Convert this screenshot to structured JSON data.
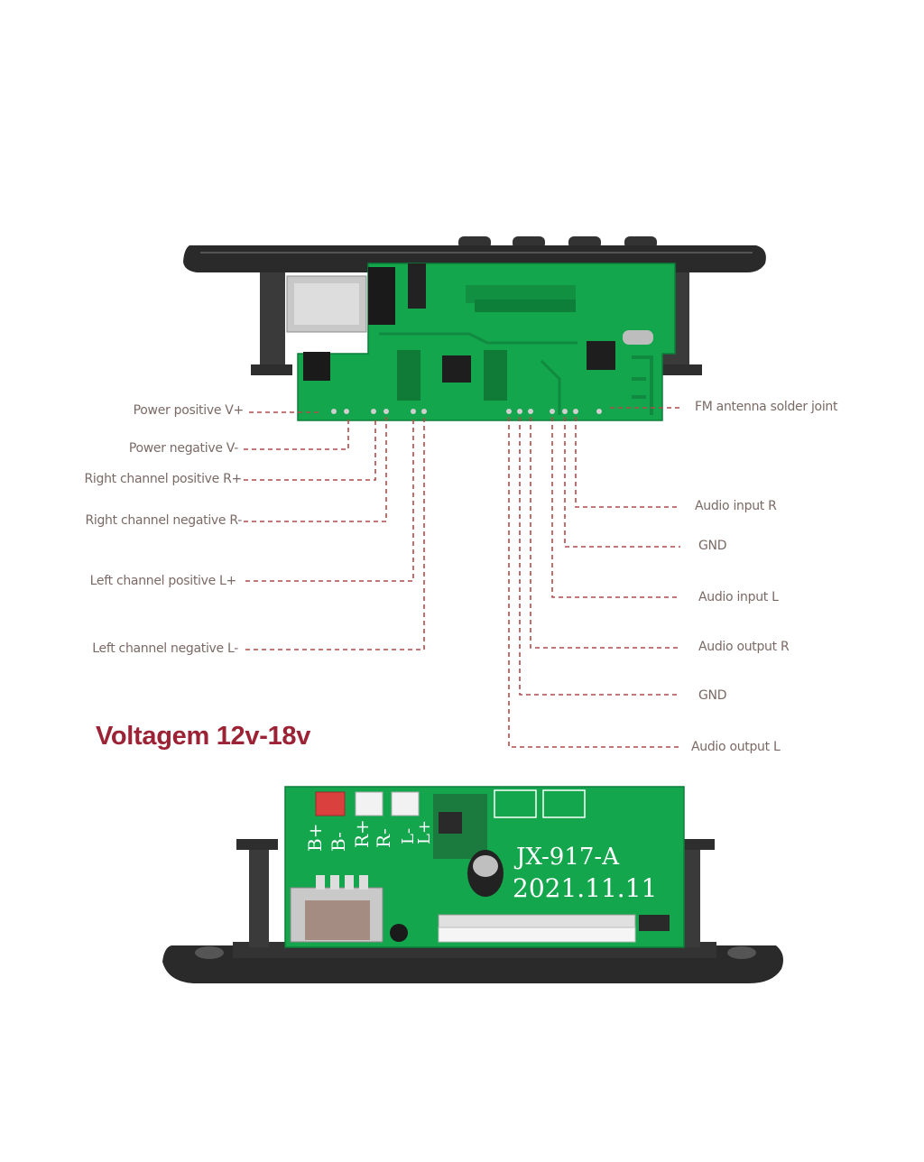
{
  "colors": {
    "pcb": "#14a64c",
    "pcb_dark": "#0d7f39",
    "housing": "#2b2b2b",
    "leader_line": "#b24a4a",
    "label_text": "#7a6a66",
    "title": "#9c2235"
  },
  "title": "Voltagem 12v-18v",
  "left_labels": [
    "Power positive V+",
    "Power negative V-",
    "Right channel positive R+",
    "Right channel negative R-",
    "Left channel positive L+",
    "Left channel negative L-"
  ],
  "right_labels": [
    "FM antenna solder joint",
    "Audio input R",
    "GND",
    "Audio input L",
    "Audio output R",
    "GND",
    "Audio output L"
  ],
  "board_bottom": {
    "pin_labels": [
      "B+",
      "B-",
      "R+",
      "R-",
      "L-",
      "L+"
    ],
    "model": "JX-917-A",
    "date": "2021.11.11"
  }
}
